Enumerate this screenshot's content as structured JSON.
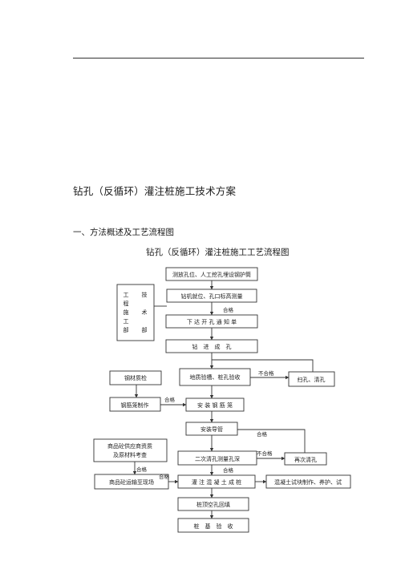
{
  "document": {
    "title": "钻孔（反循环）灌注桩施工技术方案",
    "section_heading": "一、方法概述及工艺流程图",
    "chart_title": "钻孔（反循环）灌注桩施工工艺流程图"
  },
  "flowchart": {
    "boxes": {
      "measure": "测放孔位、人工挖孔埋设钢护筒",
      "rig": "钻机就位、孔口标高测量",
      "notice": "下 达 开 孔 通 知 单",
      "drill": "钻　进　成　孔",
      "inspect": "地质验槽、桩孔验收",
      "sweep": "扫孔、清孔",
      "steel_check": "钢材质检",
      "cage_make": "钢筋笼制作",
      "cage_install": "安 装 钢 筋 笼",
      "pipe": "安装导管",
      "clean2": "二次清孔测量孔深",
      "reclean": "再次清孔",
      "supplier": [
        "商品砼供应商资质",
        "及原材料考查"
      ],
      "concrete_trans": "商品砼运输至现场",
      "pour": "灌 注 混 凝 土 成 桩",
      "test_block": "混凝土试块制作、养护、试",
      "backfill": "桩顶空孔回填",
      "accept": "桩　基　验　收"
    },
    "side_box": {
      "col1": [
        "工",
        "程",
        "施",
        "工",
        "部"
      ],
      "col2": [
        "技",
        "术",
        "部"
      ]
    },
    "labels": {
      "ok": "合格",
      "not_ok": "不合格"
    }
  }
}
